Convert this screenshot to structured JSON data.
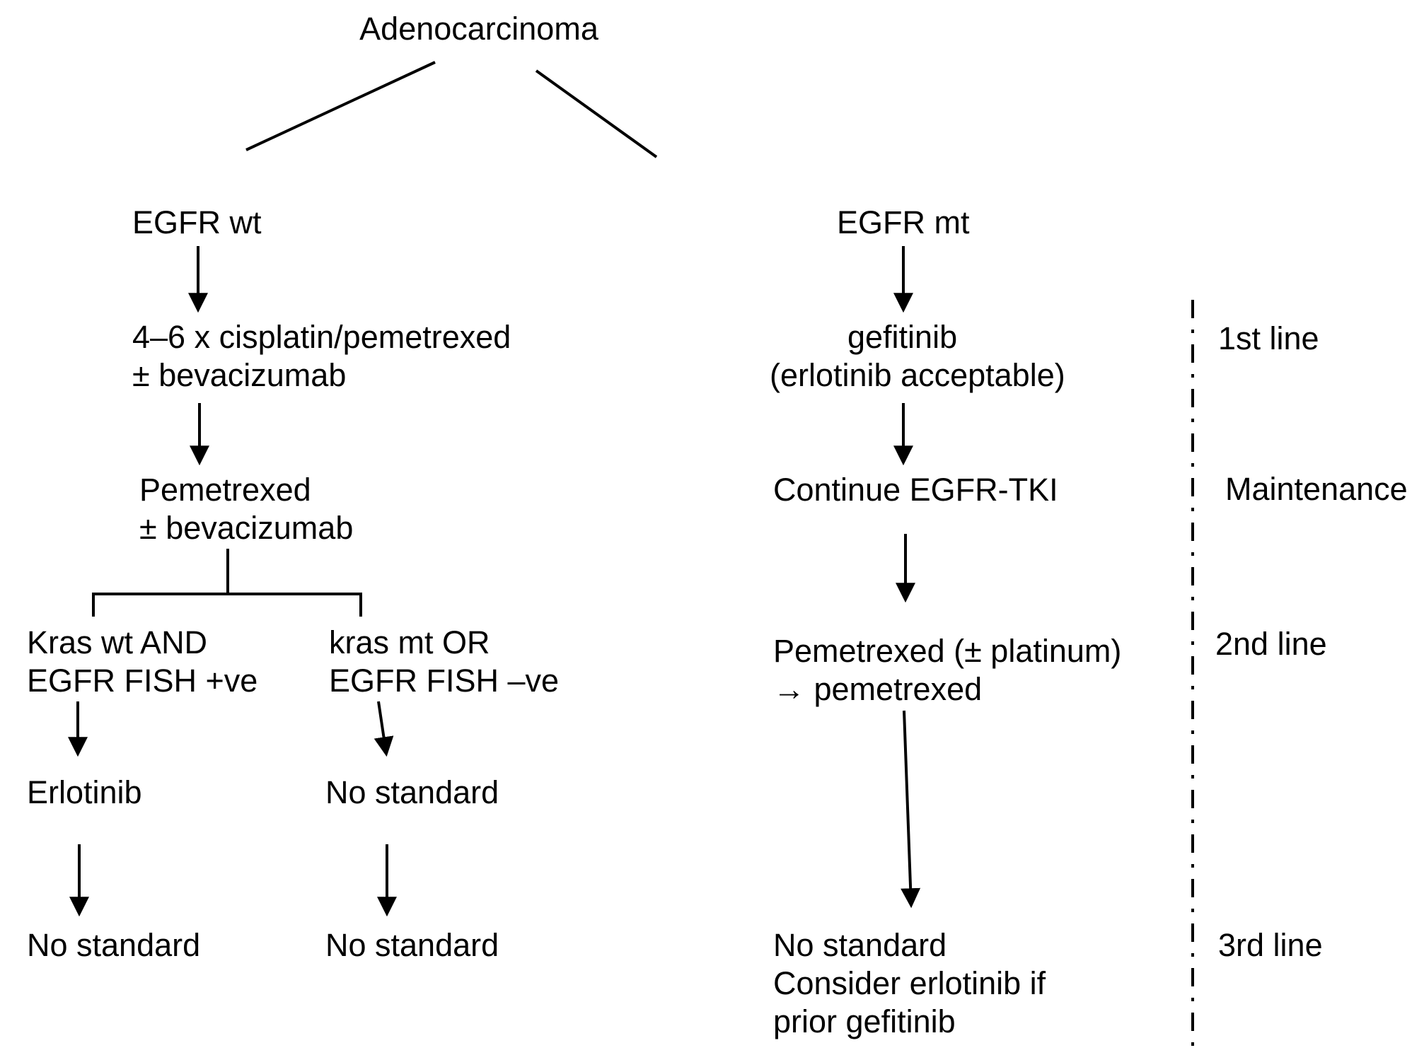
{
  "figure": {
    "title": "Adenocarcinoma",
    "egfr_wt": {
      "label": "EGFR wt",
      "first_line_1": "4–6 x cisplatin/pemetrexed",
      "first_line_2": "± bevacizumab",
      "maintenance_1": "Pemetrexed",
      "maintenance_2": "± bevacizumab",
      "kras_wt": {
        "criteria_1": "Kras wt AND",
        "criteria_2": "EGFR FISH +ve",
        "second_line": "Erlotinib",
        "third_line": "No standard"
      },
      "kras_mt": {
        "criteria_1": "kras mt OR",
        "criteria_2": "EGFR FISH –ve",
        "second_line": "No standard",
        "third_line": "No standard"
      }
    },
    "egfr_mt": {
      "label": "EGFR mt",
      "first_line_1": "gefitinib",
      "first_line_2": "(erlotinib acceptable)",
      "maintenance": "Continue EGFR-TKI",
      "second_line_1": "Pemetrexed (± platinum)",
      "second_line_arrow": "→",
      "second_line_2": " pemetrexed",
      "third_line_1": "No standard",
      "third_line_2": "Consider erlotinib if",
      "third_line_3": "prior gefitinib"
    },
    "stages": {
      "first": "1st line",
      "maintenance": "Maintenance",
      "second": "2nd line",
      "third": "3rd line"
    },
    "colors": {
      "ink": "#000000",
      "background": "#ffffff"
    }
  }
}
